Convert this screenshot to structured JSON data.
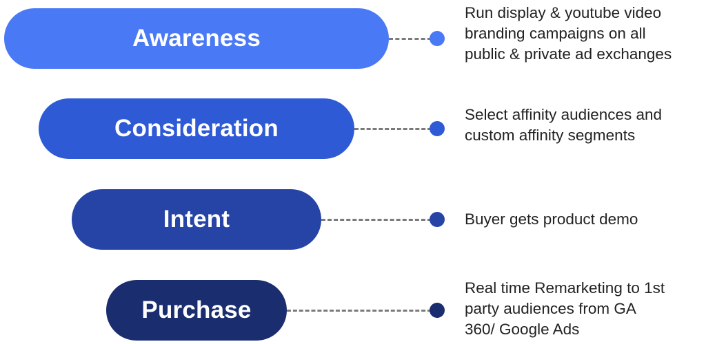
{
  "stages": [
    {
      "label": "Awareness",
      "color": "#4a79f5",
      "description": [
        "Run display & youtube video",
        "branding campaigns on all",
        "public & private ad exchanges"
      ]
    },
    {
      "label": "Consideration",
      "color": "#2f5ad6",
      "description": [
        "Select affinity audiences and",
        "custom affinity segments"
      ]
    },
    {
      "label": "Intent",
      "color": "#2544a6",
      "description": [
        "Buyer gets product demo"
      ]
    },
    {
      "label": "Purchase",
      "color": "#1a2d6e",
      "description": [
        "Real time Remarketing to 1st",
        "party audiences from GA",
        "360/ Google Ads"
      ]
    }
  ],
  "connector_color": "#7a7a7a"
}
